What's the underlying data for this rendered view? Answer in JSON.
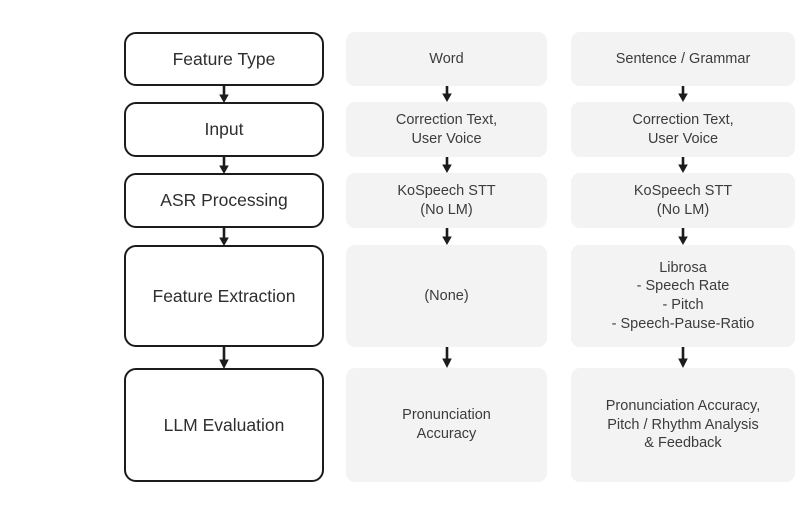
{
  "diagram": {
    "type": "flowchart",
    "orientation": "top-to-bottom",
    "background_color": "#ffffff",
    "outlined_box_color": "#ffffff",
    "outlined_box_border_color": "#1c1c1c",
    "filled_box_color": "#f4f3f3",
    "text_color": "#3c3c3c",
    "arrow_color": "#1c1c1c"
  },
  "columns": [
    {
      "id": "stage-labels",
      "style": "outlined",
      "nodes": [
        {
          "id": "feature-type",
          "label": "Feature Type"
        },
        {
          "id": "input",
          "label": "Input"
        },
        {
          "id": "asr-processing",
          "label": "ASR Processing"
        },
        {
          "id": "feature-extraction",
          "label": "Feature Extraction"
        },
        {
          "id": "llm-evaluation",
          "label": "LLM Evaluation"
        }
      ]
    },
    {
      "id": "word",
      "style": "filled",
      "nodes": [
        {
          "id": "word-type",
          "label": "Word"
        },
        {
          "id": "word-input",
          "label": "Correction Text,\nUser Voice"
        },
        {
          "id": "word-asr",
          "label": "KoSpeech STT\n(No LM)"
        },
        {
          "id": "word-features",
          "label": "(None)"
        },
        {
          "id": "word-evaluation",
          "label": "Pronunciation\nAccuracy"
        }
      ]
    },
    {
      "id": "sentence-grammar",
      "style": "filled",
      "nodes": [
        {
          "id": "sentence-type",
          "label": "Sentence / Grammar"
        },
        {
          "id": "sentence-input",
          "label": "Correction Text,\nUser Voice"
        },
        {
          "id": "sentence-asr",
          "label": "KoSpeech STT\n(No LM)"
        },
        {
          "id": "sentence-features",
          "label": "Librosa\n- Speech Rate\n- Pitch\n- Speech-Pause-Ratio"
        },
        {
          "id": "sentence-evaluation",
          "label": "Pronunciation Accuracy,\nPitch / Rhythm Analysis\n& Feedback"
        }
      ]
    }
  ],
  "arrows": {
    "icon_name": "arrow-down-icon",
    "count_per_column": 4
  }
}
